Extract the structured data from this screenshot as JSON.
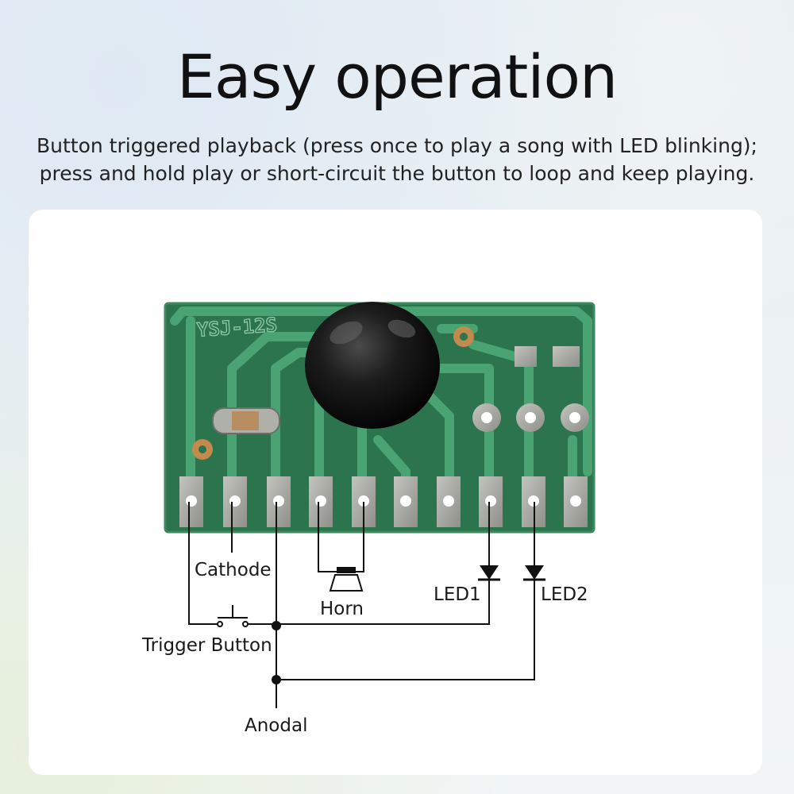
{
  "header": {
    "title": "Easy operation",
    "subtitle_line1": "Button triggered playback (press once to play a song with LED blinking);",
    "subtitle_line2": "press and hold play or short-circuit the button to loop and keep playing."
  },
  "board": {
    "silkscreen": "YSJ-12S",
    "pcb_color": "#2e7a52",
    "trace_color": "#3c9466",
    "pad_color": "#a9a9a4"
  },
  "labels": {
    "cathode": "Cathode",
    "horn": "Horn",
    "led1": "LED1",
    "led2": "LED2",
    "trigger_button": "Trigger Button",
    "anodal": "Anodal"
  }
}
